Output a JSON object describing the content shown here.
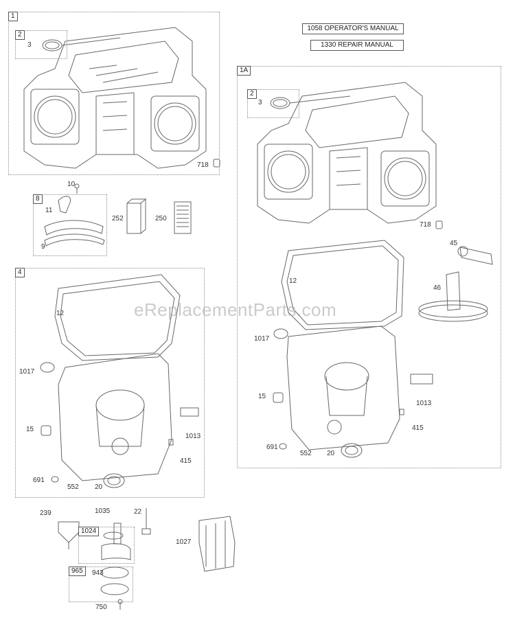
{
  "manuals": {
    "operators": "1058 OPERATOR'S MANUAL",
    "repair": "1330 REPAIR MANUAL"
  },
  "watermark": "eReplacementParts.com",
  "groups": {
    "g1": "1",
    "g1a": "1A",
    "g2a": "2",
    "g2b": "2",
    "g4": "4",
    "g8": "8",
    "g1024": "1024",
    "g965": "965"
  },
  "parts": {
    "p3a": "3",
    "p3b": "3",
    "p718a": "718",
    "p718b": "718",
    "p10": "10",
    "p11": "11",
    "p9": "9",
    "p252": "252",
    "p250": "250",
    "p12a": "12",
    "p12b": "12",
    "p1017a": "1017",
    "p1017b": "1017",
    "p15a": "15",
    "p15b": "15",
    "p1013a": "1013",
    "p1013b": "1013",
    "p415a": "415",
    "p415b": "415",
    "p691a": "691",
    "p691b": "691",
    "p552a": "552",
    "p552b": "552",
    "p20a": "20",
    "p20b": "20",
    "p45": "45",
    "p46": "46",
    "p239": "239",
    "p1035": "1035",
    "p22": "22",
    "p1027": "1027",
    "p943": "943",
    "p750": "750"
  }
}
